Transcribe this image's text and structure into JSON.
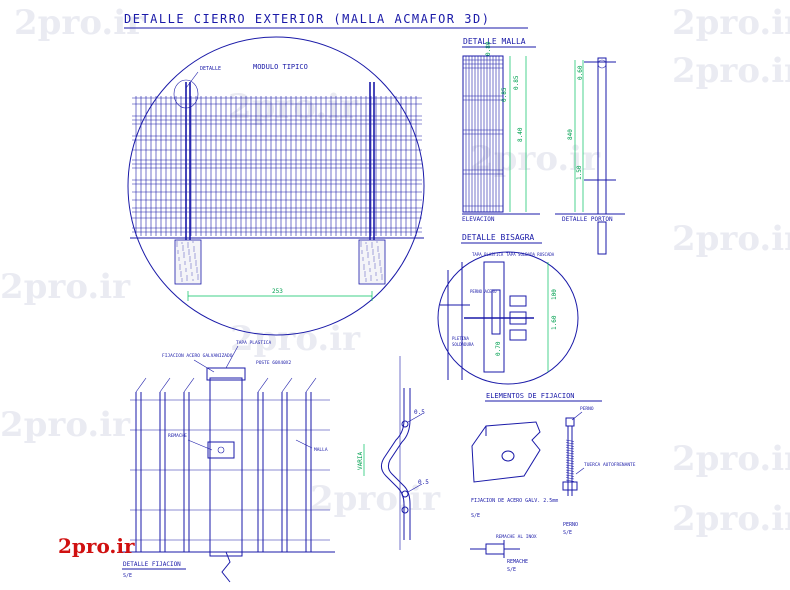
{
  "sheet": {
    "title": "DETALLE CIERRO EXTERIOR (MALLA ACMAFOR 3D)",
    "brand_logo": "2pro.ir",
    "watermark": "2pro.ir",
    "colors": {
      "line": "#1a1aa8",
      "dimension": "#00c060",
      "logo": "#d01010"
    }
  },
  "modulo": {
    "title": "MODULO TIPICO",
    "detail_tag": "DETALLE",
    "dimension": "253"
  },
  "detalle_malla": {
    "title": "DETALLE MALLA",
    "elevacion_label": "ELEVACION",
    "porton_label": "DETALLE PORTON",
    "dims": [
      "0.80",
      "0.85",
      "0.85",
      "8.40",
      "0.60",
      "840",
      "1.50"
    ]
  },
  "detalle_bisagra": {
    "title": "DETALLE BISAGRA",
    "labels": [
      "TAPA PLASTICA",
      "TAPA SOLDADA ROSCADA",
      "PERNO ACERO",
      "PLETINA",
      "SOLDADURA"
    ],
    "dims": [
      "100",
      "1.60",
      "0.70"
    ]
  },
  "detalle_fijacion": {
    "title": "DETALLE FIJACION",
    "scale": "S/E",
    "labels": [
      "FIJACION ACERO GALVANIZADO",
      "TAPA PLASTICA",
      "POSTE 60X40X2",
      "REMACHE",
      "MALLA"
    ]
  },
  "perfil": {
    "dims": [
      "0.5",
      "0.5",
      "VARIA"
    ]
  },
  "elementos_fijacion": {
    "title": "ELEMENTOS DE FIJACION",
    "pieces": [
      {
        "label": "FIJACION DE ACERO GALV. 2.5mm",
        "scale": "S/E"
      },
      {
        "label": "PERNO",
        "scale": "S/E"
      },
      {
        "label": "REMACHE",
        "scale": "S/E"
      }
    ],
    "notes": [
      "PERNO",
      "TUERCA AUTOFRENANTE",
      "REMACHE AL INOX"
    ]
  }
}
